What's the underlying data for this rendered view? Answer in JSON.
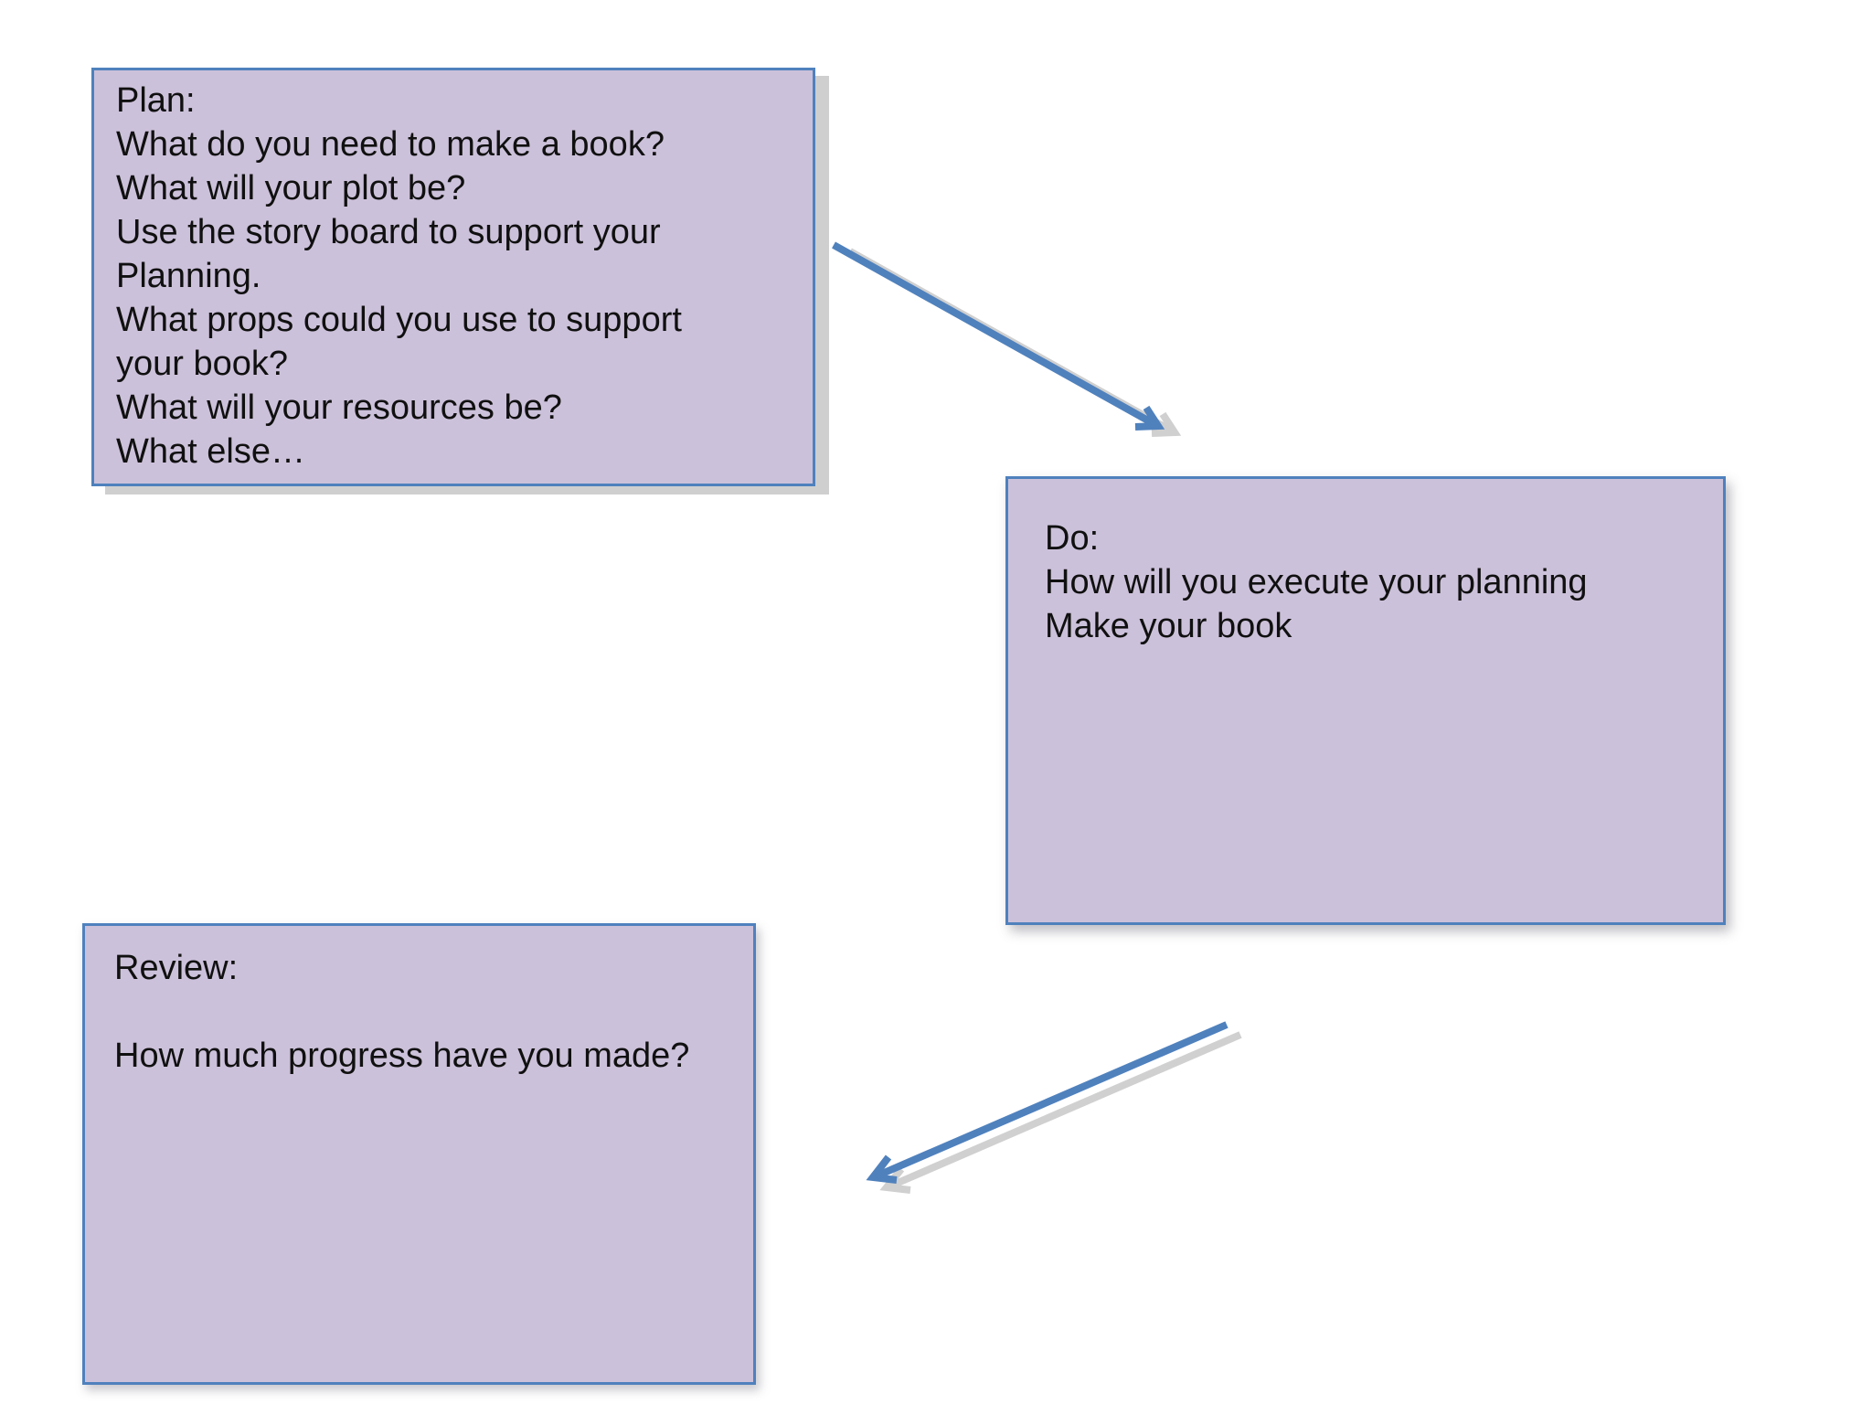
{
  "slide": {
    "type": "presentation-slide-diagram",
    "background_color": "#ffffff"
  },
  "palette": {
    "background_color": "#ffffff",
    "box_fill": "#ccc1da",
    "box_border": "#4f81bd",
    "arrow_color": "#4f81bd",
    "arrow_shadow_color": "#d0d0d0",
    "box_shadow_color": "#cfcfcf",
    "text_color": "#101010"
  },
  "boxes": {
    "plan": {
      "text": "Plan:\nWhat do you need to make a book?\nWhat will your plot be?\nUse the story board to support your\nPlanning.\nWhat props could you use to support\nyour book?\nWhat will your resources be?\nWhat else…"
    },
    "do": {
      "text": "Do:\nHow will you execute your planning\nMake your book"
    },
    "review": {
      "text": "Review:\n\nHow much progress have you made?"
    }
  },
  "arrows": {
    "plan_to_do": {
      "name": "arrow-plan-to-do",
      "style": "open-chevron-head",
      "direction": "down-right"
    },
    "do_to_review": {
      "name": "arrow-do-to-review",
      "style": "open-chevron-head",
      "direction": "down-left"
    }
  }
}
